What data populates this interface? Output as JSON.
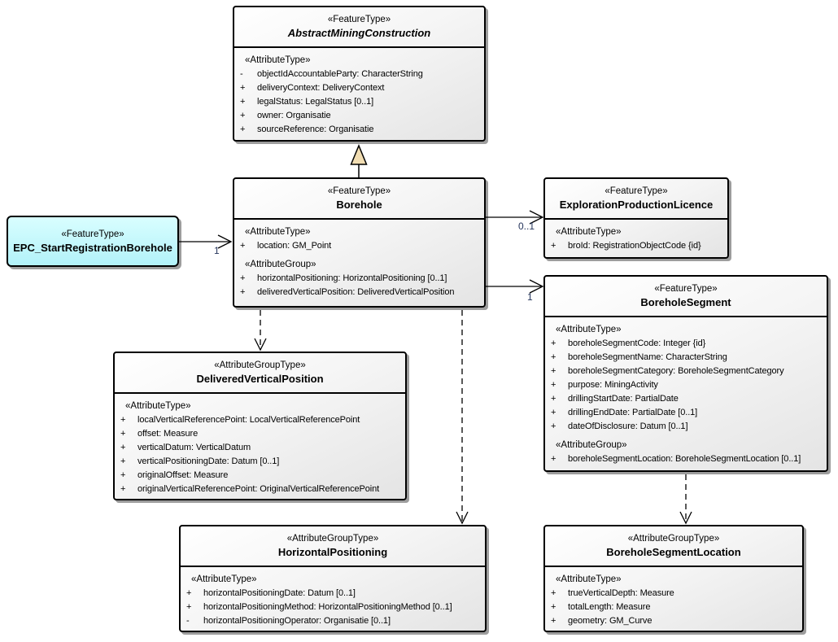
{
  "diagram": {
    "title": "UML class diagram — Borehole registration model",
    "boxes": [
      {
        "id": "abstract-mining-construction",
        "stereotype": "«FeatureType»",
        "name": "AbstractMiningConstruction",
        "abstract": true,
        "sections": [
          {
            "heading": "«AttributeType»",
            "rows": [
              {
                "vis": "-",
                "text": "objectIdAccountableParty: CharacterString"
              },
              {
                "vis": "+",
                "text": "deliveryContext: DeliveryContext"
              },
              {
                "vis": "+",
                "text": "legalStatus: LegalStatus [0..1]"
              },
              {
                "vis": "+",
                "text": "owner: Organisatie"
              },
              {
                "vis": "+",
                "text": "sourceReference: Organisatie"
              }
            ]
          }
        ]
      },
      {
        "id": "borehole",
        "stereotype": "«FeatureType»",
        "name": "Borehole",
        "abstract": false,
        "sections": [
          {
            "heading": "«AttributeType»",
            "rows": [
              {
                "vis": "+",
                "text": "location: GM_Point"
              }
            ]
          },
          {
            "heading": "«AttributeGroup»",
            "rows": [
              {
                "vis": "+",
                "text": "horizontalPositioning: HorizontalPositioning [0..1]"
              },
              {
                "vis": "+",
                "text": "deliveredVerticalPosition: DeliveredVerticalPosition"
              }
            ]
          }
        ]
      },
      {
        "id": "epc-start-registration-borehole",
        "stereotype": "«FeatureType»",
        "name": "EPC_StartRegistrationBorehole",
        "abstract": false,
        "sections": []
      },
      {
        "id": "exploration-production-licence",
        "stereotype": "«FeatureType»",
        "name": "ExplorationProductionLicence",
        "abstract": false,
        "sections": [
          {
            "heading": "«AttributeType»",
            "rows": [
              {
                "vis": "+",
                "text": "broId: RegistrationObjectCode {id}"
              }
            ]
          }
        ]
      },
      {
        "id": "borehole-segment",
        "stereotype": "«FeatureType»",
        "name": "BoreholeSegment",
        "abstract": false,
        "sections": [
          {
            "heading": "«AttributeType»",
            "rows": [
              {
                "vis": "+",
                "text": "boreholeSegmentCode: Integer {id}"
              },
              {
                "vis": "+",
                "text": "boreholeSegmentName: CharacterString"
              },
              {
                "vis": "+",
                "text": "boreholeSegmentCategory: BoreholeSegmentCategory"
              },
              {
                "vis": "+",
                "text": "purpose: MiningActivity"
              },
              {
                "vis": "+",
                "text": "drillingStartDate: PartialDate"
              },
              {
                "vis": "+",
                "text": "drillingEndDate: PartialDate [0..1]"
              },
              {
                "vis": "+",
                "text": "dateOfDisclosure: Datum [0..1]"
              }
            ]
          },
          {
            "heading": "«AttributeGroup»",
            "rows": [
              {
                "vis": "+",
                "text": "boreholeSegmentLocation: BoreholeSegmentLocation [0..1]"
              }
            ]
          }
        ]
      },
      {
        "id": "delivered-vertical-position",
        "stereotype": "«AttributeGroupType»",
        "name": "DeliveredVerticalPosition",
        "abstract": false,
        "sections": [
          {
            "heading": "«AttributeType»",
            "rows": [
              {
                "vis": "+",
                "text": "localVerticalReferencePoint: LocalVerticalReferencePoint"
              },
              {
                "vis": "+",
                "text": "offset: Measure"
              },
              {
                "vis": "+",
                "text": "verticalDatum: VerticalDatum"
              },
              {
                "vis": "+",
                "text": "verticalPositioningDate: Datum [0..1]"
              },
              {
                "vis": "+",
                "text": "originalOffset: Measure"
              },
              {
                "vis": "+",
                "text": "originalVerticalReferencePoint: OriginalVerticalReferencePoint"
              }
            ]
          }
        ]
      },
      {
        "id": "horizontal-positioning",
        "stereotype": "«AttributeGroupType»",
        "name": "HorizontalPositioning",
        "abstract": false,
        "sections": [
          {
            "heading": "«AttributeType»",
            "rows": [
              {
                "vis": "+",
                "text": "horizontalPositioningDate: Datum [0..1]"
              },
              {
                "vis": "+",
                "text": "horizontalPositioningMethod: HorizontalPositioningMethod [0..1]"
              },
              {
                "vis": "-",
                "text": "horizontalPositioningOperator: Organisatie [0..1]"
              }
            ]
          }
        ]
      },
      {
        "id": "borehole-segment-location",
        "stereotype": "«AttributeGroupType»",
        "name": "BoreholeSegmentLocation",
        "abstract": false,
        "sections": [
          {
            "heading": "«AttributeType»",
            "rows": [
              {
                "vis": "+",
                "text": "trueVerticalDepth: Measure"
              },
              {
                "vis": "+",
                "text": "totalLength: Measure"
              },
              {
                "vis": "+",
                "text": "geometry: GM_Curve"
              }
            ]
          }
        ]
      }
    ],
    "connectors": [
      {
        "name": "generalization-borehole-to-abstractminingconstruction",
        "type": "generalization",
        "target_multiplicity": ""
      },
      {
        "name": "association-epcstartregistrationborehole-to-borehole",
        "type": "association",
        "target_multiplicity": "1"
      },
      {
        "name": "association-borehole-to-explorationproductionlicence",
        "type": "association",
        "target_multiplicity": "0..1"
      },
      {
        "name": "association-borehole-to-boreholesegment",
        "type": "association",
        "target_multiplicity": "1"
      },
      {
        "name": "dependency-borehole-to-deliveredverticalposition",
        "type": "dependency",
        "target_multiplicity": ""
      },
      {
        "name": "dependency-borehole-to-horizontalpositioning",
        "type": "dependency",
        "target_multiplicity": ""
      },
      {
        "name": "dependency-boreholesegment-to-boreholesegmentlocation",
        "type": "dependency",
        "target_multiplicity": ""
      }
    ],
    "colors": {
      "highlight_fill": "#c5f8fc",
      "box_fill": "#eeeeee",
      "border": "#000000",
      "shadow": "#9d9d9d",
      "generalization_triangle_fill": "#f1ddb2",
      "multiplicity_text": "#25355c"
    }
  }
}
